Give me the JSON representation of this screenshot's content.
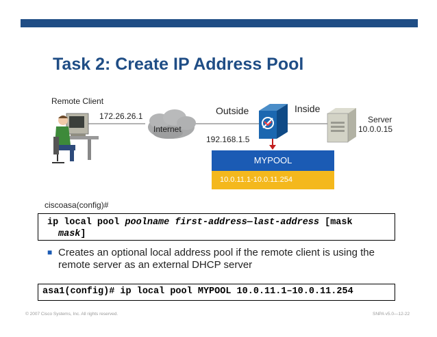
{
  "title": "Task 2: Create IP Address Pool",
  "diagram": {
    "remote_client_label": "Remote Client",
    "client_ip": "172.26.26.1",
    "internet_label": "Internet",
    "outside_label": "Outside",
    "inside_label": "Inside",
    "outside_ip": "192.168.1.5",
    "server_label": "Server",
    "server_ip": "10.0.0.15",
    "pool_name": "MYPOOL",
    "pool_range": "10.0.11.1-10.0.11.254"
  },
  "prompt_label": "ciscoasa(config)#",
  "syntax": {
    "cmd": "ip local pool",
    "arg1": "poolname",
    "arg2": "first-address—last-address",
    "opt_open": "[mask",
    "arg3": "mask",
    "opt_close": "]"
  },
  "bullet": "Creates an optional local address pool if the remote client is using the remote server as an external DHCP server",
  "example_command": "asa1(config)# ip local pool MYPOOL 10.0.11.1–10.0.11.254",
  "footer": {
    "left": "© 2007 Cisco Systems, Inc. All rights reserved.",
    "right": "SNPA v5.0—12-22"
  },
  "colors": {
    "title": "#1f4d85",
    "pool_blue": "#1b5bb4",
    "pool_orange": "#f4b81d",
    "top_bar": "#1f4d85"
  }
}
